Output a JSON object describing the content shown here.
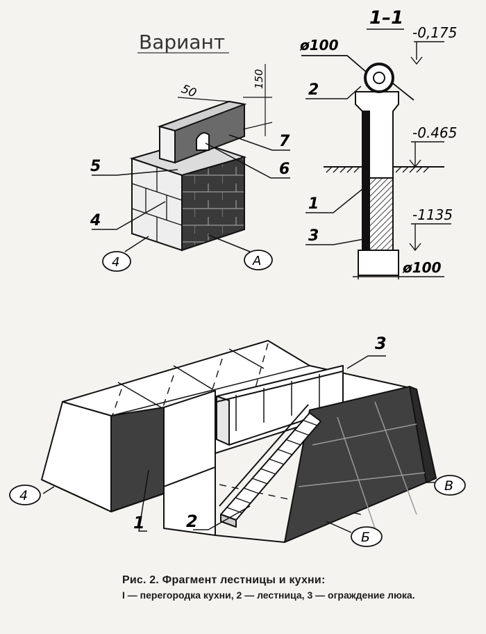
{
  "variant": {
    "title": "Вариант",
    "dim_top": "150",
    "dim_side": "50"
  },
  "variant_callouts": [
    "7",
    "6",
    "5",
    "4"
  ],
  "variant_axes": [
    "4",
    "A"
  ],
  "section": {
    "title": "1–1",
    "pipe_top": "ø100",
    "pipe_bottom": "ø100",
    "levels": [
      "-0,175",
      "-0.465",
      "-1135"
    ],
    "callouts": [
      "2",
      "1",
      "3"
    ]
  },
  "iso": {
    "callouts": [
      "3",
      "1",
      "2"
    ],
    "axes": [
      "4",
      "B",
      "Б"
    ]
  },
  "caption": {
    "title": "Рис. 2. Фрагмент лестницы и кухни:",
    "text": "I — перегородка кухни, 2 — лестница, 3 — ограждение люка."
  }
}
